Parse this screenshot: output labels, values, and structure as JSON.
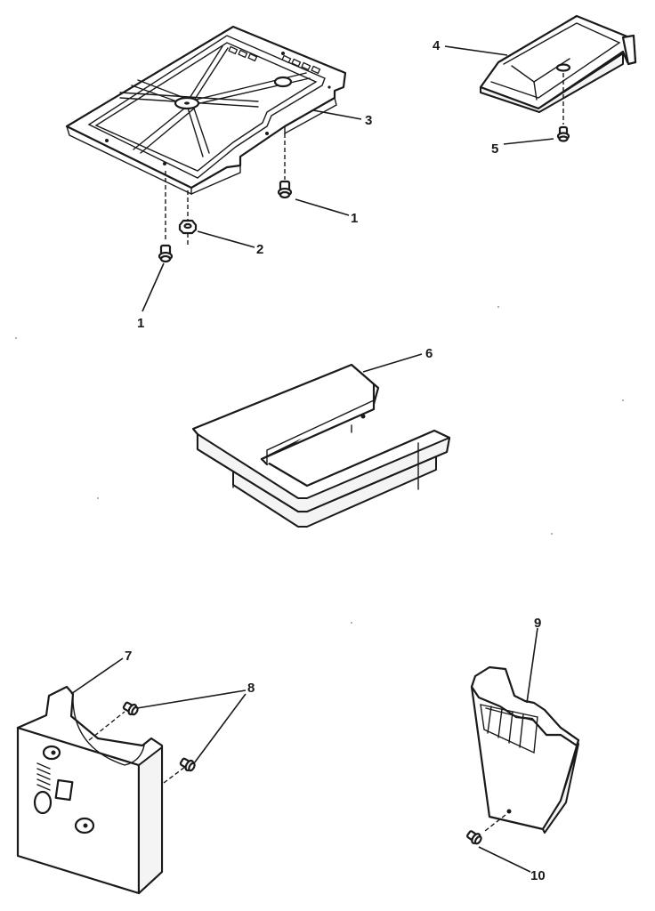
{
  "callouts": {
    "base_screw_right": "1",
    "base_screw_left": "1",
    "nut": "2",
    "base_plate": "3",
    "tray": "4",
    "tray_screw": "5",
    "frame_top": "6",
    "side_panel": "7",
    "panel_screws": "8",
    "end_cap": "9",
    "end_cap_screw": "10"
  },
  "colors": {
    "line": "#1a1a1a",
    "paper": "#ffffff"
  },
  "icons": {
    "screw": "screw-icon",
    "nut": "nut-icon"
  }
}
